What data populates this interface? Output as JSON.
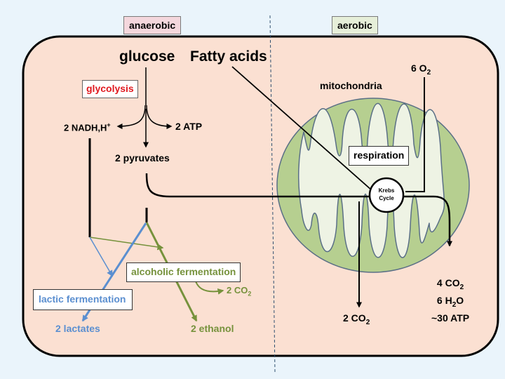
{
  "tags": {
    "anaerobic": "anaerobic",
    "aerobic": "aerobic"
  },
  "labels": {
    "glucose": "glucose",
    "fatty_acids": "Fatty acids",
    "glycolysis": "glycolysis",
    "nadh": "2 NADH,H",
    "nadh_sup": "+",
    "atp": "2 ATP",
    "pyruvates": "2 pyruvates",
    "mitochondria": "mitochondria",
    "respiration": "respiration",
    "krebs_line1": "Krebs",
    "krebs_line2": "Cycle",
    "o2_prefix": "6 O",
    "o2_sub": "2",
    "alcoholic_fermentation": "alcoholic fermentation",
    "lactic_fermentation": "lactic fermentation",
    "co2_green_prefix": "2 CO",
    "co2_green_sub": "2",
    "lactates": "2 lactates",
    "ethanol": "2 ethanol",
    "co2_black_prefix": "2 CO",
    "co2_black_sub": "2",
    "out_co2_prefix": "4 CO",
    "out_co2_sub": "2",
    "out_h2o_prefix": "6 H",
    "out_h2o_sub": "2",
    "out_h2o_suffix": "O",
    "out_atp": "~30 ATP"
  },
  "colors": {
    "cell_fill": "#fbe0d2",
    "anaerobic_tag": "#f4d7dd",
    "aerobic_tag": "#e6efd9",
    "mito_outer": "#b6cf90",
    "mito_inner": "#eef3e4",
    "mito_membrane": "#5a6f86",
    "glycolysis_text": "#e0191f",
    "green_path": "#76923c",
    "blue_path": "#5b8fd0",
    "black": "#000000"
  }
}
